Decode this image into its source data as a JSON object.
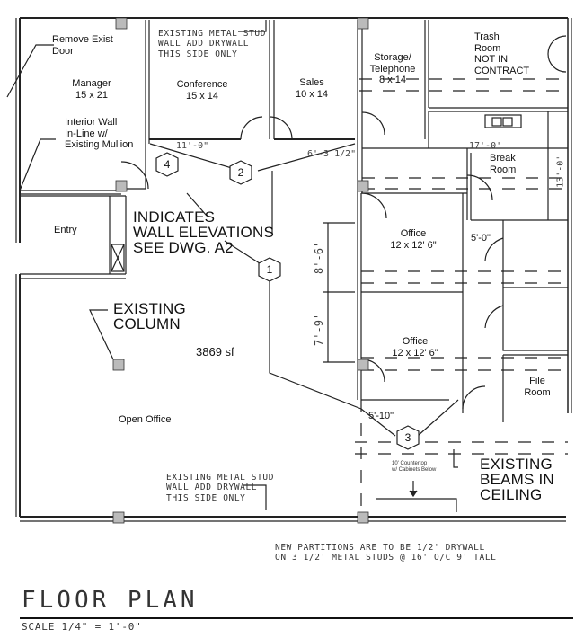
{
  "drawing": {
    "title": "FLOOR PLAN",
    "scale": "SCALE 1/4\" = 1'-0\"",
    "total_area": "3869 sf"
  },
  "rooms": [
    {
      "name": "Manager",
      "size": "15 x 21"
    },
    {
      "name": "Conference",
      "size": "15 x 14"
    },
    {
      "name": "Sales",
      "size": "10 x 14"
    },
    {
      "name": "Storage/",
      "name2": "Telephone",
      "size": "8 x 14"
    },
    {
      "name": "Trash",
      "name2": "Room",
      "note": "NOT IN",
      "note2": "CONTRACT"
    },
    {
      "name": "Break",
      "name2": "Room"
    },
    {
      "name": "Entry"
    },
    {
      "name": "Office",
      "size": "12 x 12' 6\""
    },
    {
      "name": "Office",
      "size": "12 x 12' 6\""
    },
    {
      "name": "File",
      "name2": "Room"
    },
    {
      "name": "Open Office"
    }
  ],
  "annotations": {
    "remove_door": [
      "Remove Exist",
      "Door"
    ],
    "interior_wall": [
      "Interior Wall",
      "In-Line w/",
      "Existing Mullion"
    ],
    "stud_wall_top": [
      "EXISTING METAL STUD",
      "WALL ADD DRYWALL",
      "THIS SIDE ONLY"
    ],
    "stud_wall_bottom": [
      "EXISTING METAL STUD",
      "WALL ADD DRYWALL",
      "THIS SIDE ONLY"
    ],
    "wall_elevations": [
      "INDICATES",
      "WALL ELEVATIONS",
      "SEE DWG. A2"
    ],
    "existing_column": [
      "EXISTING",
      "COLUMN"
    ],
    "existing_beams": [
      "EXISTING",
      "BEAMS IN",
      "CEILING"
    ],
    "countertop": [
      "10' Countertop",
      "w/ Cabinets Below"
    ],
    "partitions_note": [
      "NEW PARTITIONS ARE TO BE 1/2' DRYWALL",
      "ON 3 1/2' METAL STUDS @ 16' O/C 9' TALL"
    ]
  },
  "dimensions": {
    "conference_width": "11'-0\"",
    "sales_corridor": "6'-3 1/2\"",
    "break_width": "17'-0'",
    "break_depth": "13'-0'",
    "office_upper": "8'-6'",
    "office_lower": "7'-9'",
    "restroom_corridor": "5'-0\"",
    "office_door": "5'-10\""
  },
  "elevation_markers": [
    "1",
    "2",
    "3",
    "4"
  ]
}
